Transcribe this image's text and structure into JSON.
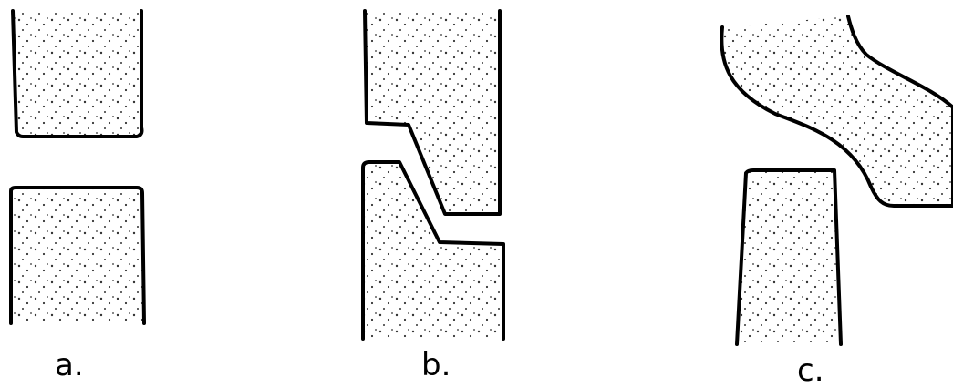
{
  "figure": {
    "panels": [
      {
        "label": "a."
      },
      {
        "label": "b."
      },
      {
        "label": "c."
      }
    ]
  },
  "colors": {
    "stroke": "#000000",
    "dots": "#333333",
    "background": "#ffffff"
  }
}
